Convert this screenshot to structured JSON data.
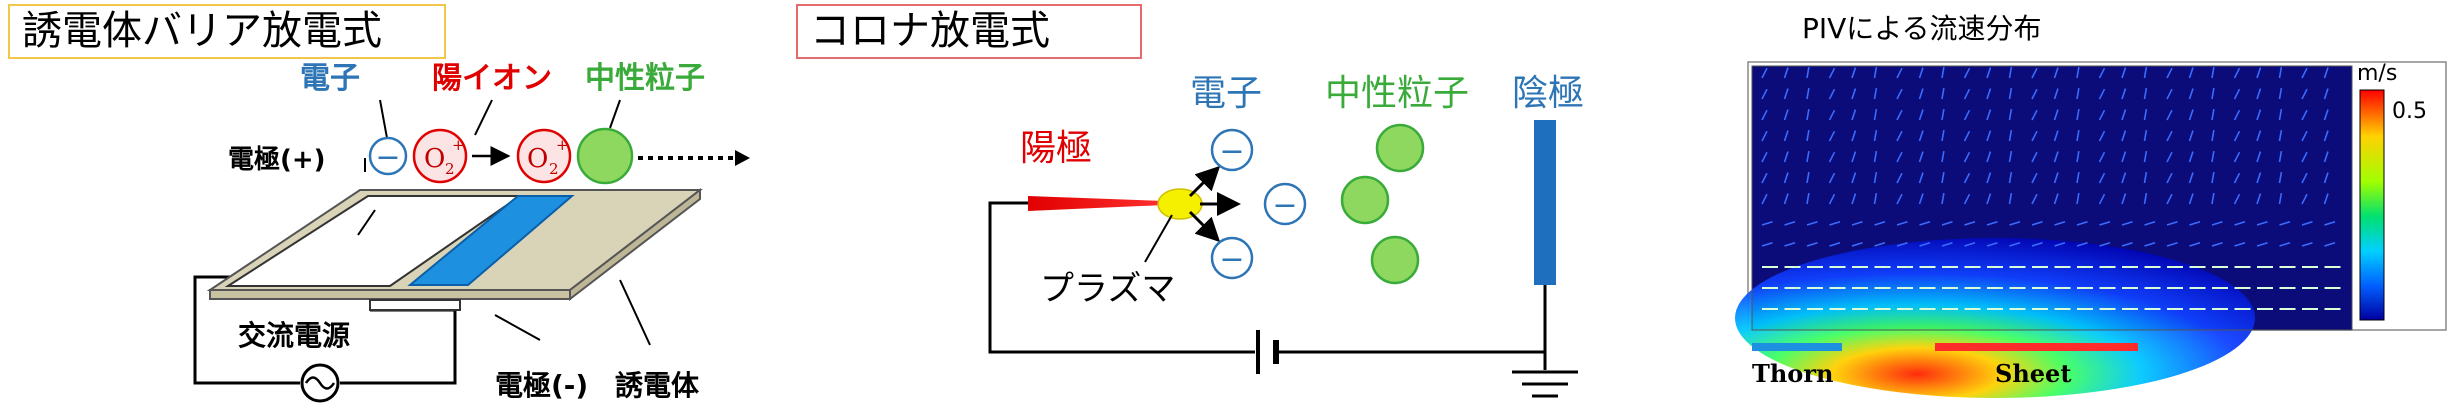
{
  "dbd": {
    "title": "誘電体バリア放電式",
    "electron": "電子",
    "ion": "陽イオン",
    "neutral": "中性粒子",
    "electrode_plus": "電極(+)",
    "ac_source": "交流電源",
    "electrode_minus": "電極(-)",
    "dielectric": "誘電体",
    "o2": "O",
    "o2_sub": "2",
    "o2_sup": "+",
    "minus": "−"
  },
  "corona": {
    "title": "コロナ放電式",
    "anode": "陽極",
    "electron": "電子",
    "neutral": "中性粒子",
    "cathode": "陰極",
    "plasma": "プラズマ",
    "minus": "−"
  },
  "piv": {
    "title": "PIVによる流速分布",
    "unit": "m/s",
    "max_label": "0.5",
    "thorn": "Thorn",
    "sheet": "Sheet"
  },
  "colors": {
    "electron_blue": "#2e75b6",
    "ion_red": "#e00000",
    "neutral_green": "#3aab3a",
    "plate": "#d9d4b8",
    "plasma_blue": "#1e90e0",
    "cathode_blue": "#1f6fbf"
  }
}
